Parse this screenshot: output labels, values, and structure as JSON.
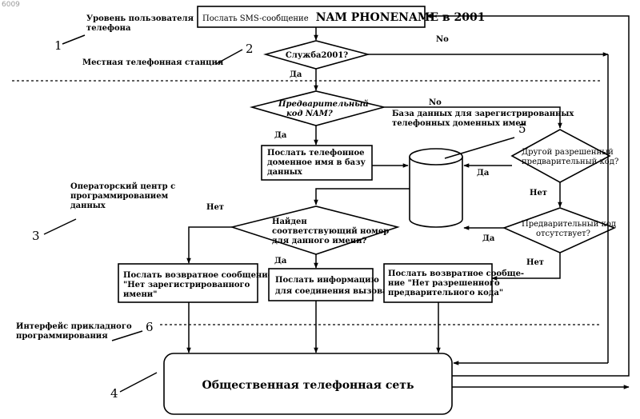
{
  "corner_code": "6009",
  "levels": {
    "l1": {
      "number": "1",
      "lines": [
        "Уровень пользователя",
        "телефона"
      ]
    },
    "l2": {
      "number": "2",
      "lines": [
        "Местная телефонная станция"
      ]
    },
    "l3": {
      "number": "3",
      "lines": [
        "Операторский центр с",
        "программированием",
        "данных"
      ]
    },
    "l4": {
      "number": "4"
    },
    "l6": {
      "number": "6",
      "lines": [
        "Интерфейс прикладного",
        "программирования"
      ]
    }
  },
  "nodes": {
    "send_sms": {
      "prefix": "Послать SMS-сообщение",
      "main": "NAM PHONENAME в 2001"
    },
    "service_2001": {
      "text": "Служба2001?"
    },
    "prefix_code": {
      "lines": [
        "Предварительный",
        "код NAM?"
      ]
    },
    "send_name": {
      "lines": [
        "Послать телефонное",
        "доменное имя в базу",
        "данных"
      ]
    },
    "db_label": {
      "number": "5",
      "lines": [
        "База данных для зарегистрированных",
        "телефонных доменных имен"
      ]
    },
    "other_prefix": {
      "lines": [
        "Другой разрешенный",
        "предварительный код?"
      ]
    },
    "prefix_absent": {
      "lines": [
        "Предварительный код",
        "отсутствует?"
      ]
    },
    "found_number": {
      "lines": [
        "Найден",
        "соответствующий номер",
        "для данного имени?"
      ]
    },
    "no_name": {
      "lines": [
        "Послать возвратное сообщение",
        "\"Нет зарегистрированного",
        "имени\""
      ]
    },
    "send_info": {
      "lines": [
        "Послать информацию",
        "для соединения вызова"
      ]
    },
    "no_prefix": {
      "lines": [
        "Послать возвратное сообще-",
        "ние \"Нет разрешенного",
        "предварительного кода\""
      ]
    },
    "network": {
      "text": "Общественная телефонная сеть"
    }
  },
  "edge_labels": {
    "no_service": "No",
    "yes_service": "Да",
    "no_prefix": "No",
    "yes_prefix": "Да",
    "yes_other": "Да",
    "no_other": "Нет",
    "yes_absent": "Да",
    "no_absent": "Нет",
    "no_found": "Нет",
    "yes_found": "Да"
  }
}
